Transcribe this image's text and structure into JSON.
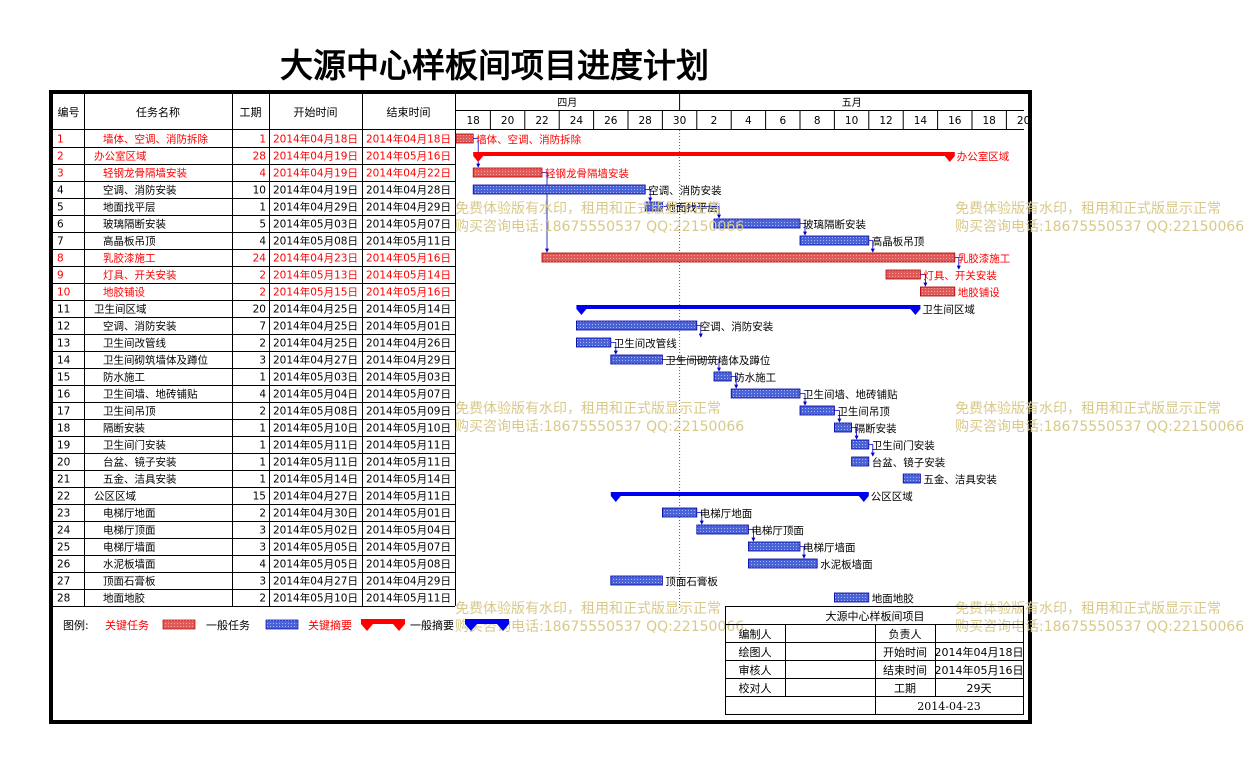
{
  "title": "大源中心样板间项目进度计划",
  "columns": {
    "id": "编号",
    "name": "任务名称",
    "dur": "工期",
    "start": "开始时间",
    "end": "结束时间"
  },
  "months": [
    "四月",
    "五月"
  ],
  "day_ticks": [
    "18",
    "20",
    "22",
    "24",
    "26",
    "28",
    "30",
    "2",
    "4",
    "6",
    "8",
    "10",
    "12",
    "14",
    "16",
    "18",
    "20"
  ],
  "colors": {
    "critical": "#e05a5a",
    "normal": "#4a63d8",
    "summary_critical": "#ff0000",
    "summary_normal": "#0000ee",
    "critical_text": "#ff0000",
    "text": "#000000",
    "watermark": "#d8c98a"
  },
  "chart_data": {
    "type": "gantt",
    "x_axis": {
      "start": "2014-04-18",
      "end": "2014-05-20",
      "months": [
        "四月",
        "五月"
      ]
    },
    "tasks": [
      {
        "id": "1",
        "name": "墙体、空调、消防拆除",
        "dur": "1",
        "start": "2014年04月18日",
        "end": "2014年04月18日",
        "s": "2014-04-18",
        "e": "2014-04-18",
        "kind": "critical",
        "indent": 1,
        "label": "墙体、空调、消防拆除",
        "red": true
      },
      {
        "id": "2",
        "name": "办公室区域",
        "dur": "28",
        "start": "2014年04月19日",
        "end": "2014年05月16日",
        "s": "2014-04-19",
        "e": "2014-05-16",
        "kind": "summary-critical",
        "indent": 0,
        "label": "办公室区域",
        "red": true
      },
      {
        "id": "3",
        "name": "轻钢龙骨隔墙安装",
        "dur": "4",
        "start": "2014年04月19日",
        "end": "2014年04月22日",
        "s": "2014-04-19",
        "e": "2014-04-22",
        "kind": "critical",
        "indent": 1,
        "label": "轻钢龙骨隔墙安装",
        "red": true
      },
      {
        "id": "4",
        "name": "空调、消防安装",
        "dur": "10",
        "start": "2014年04月19日",
        "end": "2014年04月28日",
        "s": "2014-04-19",
        "e": "2014-04-28",
        "kind": "normal",
        "indent": 1,
        "label": "空调、消防安装",
        "red": false
      },
      {
        "id": "5",
        "name": "地面找平层",
        "dur": "1",
        "start": "2014年04月29日",
        "end": "2014年04月29日",
        "s": "2014-04-29",
        "e": "2014-04-29",
        "kind": "normal",
        "indent": 1,
        "label": "地面找平层",
        "red": false
      },
      {
        "id": "6",
        "name": "玻璃隔断安装",
        "dur": "5",
        "start": "2014年05月03日",
        "end": "2014年05月07日",
        "s": "2014-05-03",
        "e": "2014-05-07",
        "kind": "normal",
        "indent": 1,
        "label": "玻璃隔断安装",
        "red": false
      },
      {
        "id": "7",
        "name": "高晶板吊顶",
        "dur": "4",
        "start": "2014年05月08日",
        "end": "2014年05月11日",
        "s": "2014-05-08",
        "e": "2014-05-11",
        "kind": "normal",
        "indent": 1,
        "label": "高晶板吊顶",
        "red": false
      },
      {
        "id": "8",
        "name": "乳胶漆施工",
        "dur": "24",
        "start": "2014年04月23日",
        "end": "2014年05月16日",
        "s": "2014-04-23",
        "e": "2014-05-16",
        "kind": "critical",
        "indent": 1,
        "label": "乳胶漆施工",
        "red": true
      },
      {
        "id": "9",
        "name": "灯具、开关安装",
        "dur": "2",
        "start": "2014年05月13日",
        "end": "2014年05月14日",
        "s": "2014-05-13",
        "e": "2014-05-14",
        "kind": "critical",
        "indent": 1,
        "label": "灯具、开关安装",
        "red": true
      },
      {
        "id": "10",
        "name": "地胶铺设",
        "dur": "2",
        "start": "2014年05月15日",
        "end": "2014年05月16日",
        "s": "2014-05-15",
        "e": "2014-05-16",
        "kind": "critical",
        "indent": 1,
        "label": "地胶铺设",
        "red": true
      },
      {
        "id": "11",
        "name": "卫生间区域",
        "dur": "20",
        "start": "2014年04月25日",
        "end": "2014年05月14日",
        "s": "2014-04-25",
        "e": "2014-05-14",
        "kind": "summary-normal",
        "indent": 0,
        "label": "卫生间区域",
        "red": false
      },
      {
        "id": "12",
        "name": "空调、消防安装",
        "dur": "7",
        "start": "2014年04月25日",
        "end": "2014年05月01日",
        "s": "2014-04-25",
        "e": "2014-05-01",
        "kind": "normal",
        "indent": 1,
        "label": "空调、消防安装",
        "red": false
      },
      {
        "id": "13",
        "name": "卫生间改管线",
        "dur": "2",
        "start": "2014年04月25日",
        "end": "2014年04月26日",
        "s": "2014-04-25",
        "e": "2014-04-26",
        "kind": "normal",
        "indent": 1,
        "label": "卫生间改管线",
        "red": false
      },
      {
        "id": "14",
        "name": "卫生间砌筑墙体及蹲位",
        "dur": "3",
        "start": "2014年04月27日",
        "end": "2014年04月29日",
        "s": "2014-04-27",
        "e": "2014-04-29",
        "kind": "normal",
        "indent": 1,
        "label": "卫生间砌筑墙体及蹲位",
        "red": false
      },
      {
        "id": "15",
        "name": "防水施工",
        "dur": "1",
        "start": "2014年05月03日",
        "end": "2014年05月03日",
        "s": "2014-05-03",
        "e": "2014-05-03",
        "kind": "normal",
        "indent": 1,
        "label": "防水施工",
        "red": false
      },
      {
        "id": "16",
        "name": "卫生间墙、地砖铺贴",
        "dur": "4",
        "start": "2014年05月04日",
        "end": "2014年05月07日",
        "s": "2014-05-04",
        "e": "2014-05-07",
        "kind": "normal",
        "indent": 1,
        "label": "卫生间墙、地砖铺贴",
        "red": false
      },
      {
        "id": "17",
        "name": "卫生间吊顶",
        "dur": "2",
        "start": "2014年05月08日",
        "end": "2014年05月09日",
        "s": "2014-05-08",
        "e": "2014-05-09",
        "kind": "normal",
        "indent": 1,
        "label": "卫生间吊顶",
        "red": false
      },
      {
        "id": "18",
        "name": "隔断安装",
        "dur": "1",
        "start": "2014年05月10日",
        "end": "2014年05月10日",
        "s": "2014-05-10",
        "e": "2014-05-10",
        "kind": "normal",
        "indent": 1,
        "label": "隔断安装",
        "red": false
      },
      {
        "id": "19",
        "name": "卫生间门安装",
        "dur": "1",
        "start": "2014年05月11日",
        "end": "2014年05月11日",
        "s": "2014-05-11",
        "e": "2014-05-11",
        "kind": "normal",
        "indent": 1,
        "label": "卫生间门安装",
        "red": false
      },
      {
        "id": "20",
        "name": "台盆、镜子安装",
        "dur": "1",
        "start": "2014年05月11日",
        "end": "2014年05月11日",
        "s": "2014-05-11",
        "e": "2014-05-11",
        "kind": "normal",
        "indent": 1,
        "label": "台盆、镜子安装",
        "red": false
      },
      {
        "id": "21",
        "name": "五金、洁具安装",
        "dur": "1",
        "start": "2014年05月14日",
        "end": "2014年05月14日",
        "s": "2014-05-14",
        "e": "2014-05-14",
        "kind": "normal",
        "indent": 1,
        "label": "五金、洁具安装",
        "red": false
      },
      {
        "id": "22",
        "name": "公区区域",
        "dur": "15",
        "start": "2014年04月27日",
        "end": "2014年05月11日",
        "s": "2014-04-27",
        "e": "2014-05-11",
        "kind": "summary-normal",
        "indent": 0,
        "label": "公区区域",
        "red": false
      },
      {
        "id": "23",
        "name": "电梯厅地面",
        "dur": "2",
        "start": "2014年04月30日",
        "end": "2014年05月01日",
        "s": "2014-04-30",
        "e": "2014-05-01",
        "kind": "normal",
        "indent": 1,
        "label": "电梯厅地面",
        "red": false
      },
      {
        "id": "24",
        "name": "电梯厅顶面",
        "dur": "3",
        "start": "2014年05月02日",
        "end": "2014年05月04日",
        "s": "2014-05-02",
        "e": "2014-05-04",
        "kind": "normal",
        "indent": 1,
        "label": "电梯厅顶面",
        "red": false
      },
      {
        "id": "25",
        "name": "电梯厅墙面",
        "dur": "3",
        "start": "2014年05月05日",
        "end": "2014年05月07日",
        "s": "2014-05-05",
        "e": "2014-05-07",
        "kind": "normal",
        "indent": 1,
        "label": "电梯厅墙面",
        "red": false
      },
      {
        "id": "26",
        "name": "水泥板墙面",
        "dur": "4",
        "start": "2014年05月05日",
        "end": "2014年05月08日",
        "s": "2014-05-05",
        "e": "2014-05-08",
        "kind": "normal",
        "indent": 1,
        "label": "水泥板墙面",
        "red": false
      },
      {
        "id": "27",
        "name": "顶面石膏板",
        "dur": "3",
        "start": "2014年04月27日",
        "end": "2014年04月29日",
        "s": "2014-04-27",
        "e": "2014-04-29",
        "kind": "normal",
        "indent": 1,
        "label": "顶面石膏板",
        "red": false
      },
      {
        "id": "28",
        "name": "地面地胶",
        "dur": "2",
        "start": "2014年05月10日",
        "end": "2014年05月11日",
        "s": "2014-05-10",
        "e": "2014-05-11",
        "kind": "normal",
        "indent": 1,
        "label": "地面地胶",
        "red": false
      }
    ],
    "links": [
      [
        "1",
        "3"
      ],
      [
        "3",
        "8"
      ],
      [
        "4",
        "5"
      ],
      [
        "5",
        "6"
      ],
      [
        "6",
        "7"
      ],
      [
        "7",
        "8"
      ],
      [
        "8",
        "9"
      ],
      [
        "9",
        "10"
      ],
      [
        "12",
        "13"
      ],
      [
        "13",
        "14"
      ],
      [
        "14",
        "15"
      ],
      [
        "15",
        "16"
      ],
      [
        "16",
        "17"
      ],
      [
        "17",
        "18"
      ],
      [
        "18",
        "19"
      ],
      [
        "19",
        "20"
      ],
      [
        "23",
        "24"
      ],
      [
        "24",
        "25"
      ],
      [
        "25",
        "26"
      ]
    ]
  },
  "legend": {
    "prefix": "图例:",
    "critical_task": "关键任务",
    "normal_task": "一般任务",
    "critical_summary": "关键摘要",
    "normal_summary": "一般摘要"
  },
  "info": {
    "project": "大源中心样板间项目",
    "editor_label": "编制人",
    "editor": "",
    "owner_label": "负责人",
    "owner": "",
    "drawer_label": "绘图人",
    "drawer": "",
    "start_label": "开始时间",
    "start": "2014年04月18日",
    "reviewer_label": "审核人",
    "reviewer": "",
    "end_label": "结束时间",
    "end": "2014年05月16日",
    "checker_label": "校对人",
    "checker": "",
    "duration_label": "工期",
    "duration": "29天",
    "date": "2014-04-23"
  },
  "watermark": {
    "line1": "免费体验版有水印，租用和正式版显示正常",
    "line2": "购买咨询电话:18675550537 QQ:22150066"
  }
}
